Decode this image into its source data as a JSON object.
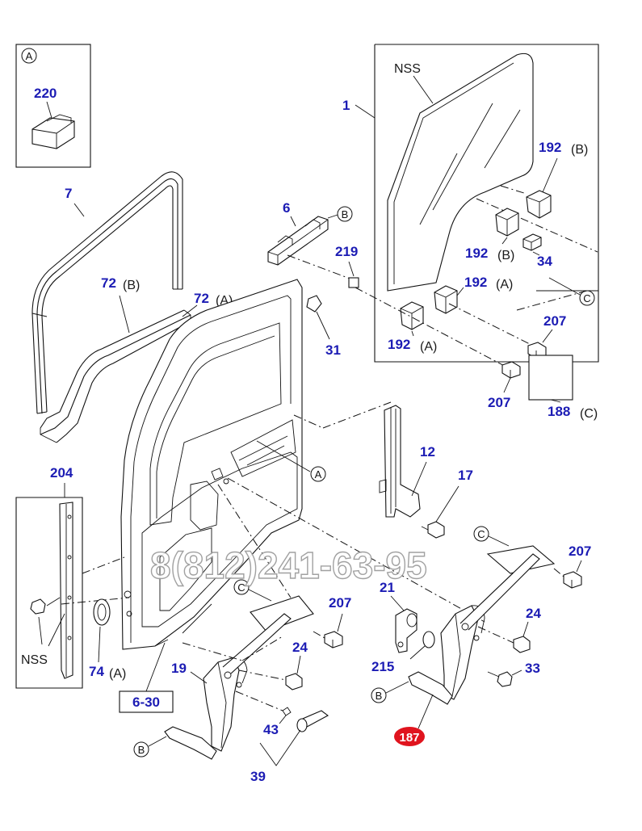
{
  "diagram": {
    "callouts": {
      "c1": "1",
      "c6": "6",
      "c7": "7",
      "c12": "12",
      "c17": "17",
      "c19": "19",
      "c21": "21",
      "c24a": "24",
      "c24b": "24",
      "c31": "31",
      "c33": "33",
      "c34": "34",
      "c39": "39",
      "c43": "43",
      "c72b": "72",
      "c72a": "72",
      "c74": "74",
      "c187": "187",
      "c188": "188",
      "c192b1": "192",
      "c192b2": "192",
      "c192a1": "192",
      "c192a2": "192",
      "c204": "204",
      "c207a": "207",
      "c207b": "207",
      "c207c": "207",
      "c207d": "207",
      "c215": "215",
      "c219": "219",
      "c220": "220"
    },
    "suffixes": {
      "s192b1": "(B)",
      "s192b2": "(B)",
      "s192a1": "(A)",
      "s192a2": "(A)",
      "s72b": "(B)",
      "s72a": "(A)",
      "s74": "(A)",
      "s188": "(C)"
    },
    "markers": {
      "A": "A",
      "B": "B",
      "C": "C"
    },
    "text_labels": {
      "nss_glass": "NSS",
      "nss_rail": "NSS",
      "ref_box": "6-30"
    },
    "watermark": "8(812)241-63-95"
  }
}
